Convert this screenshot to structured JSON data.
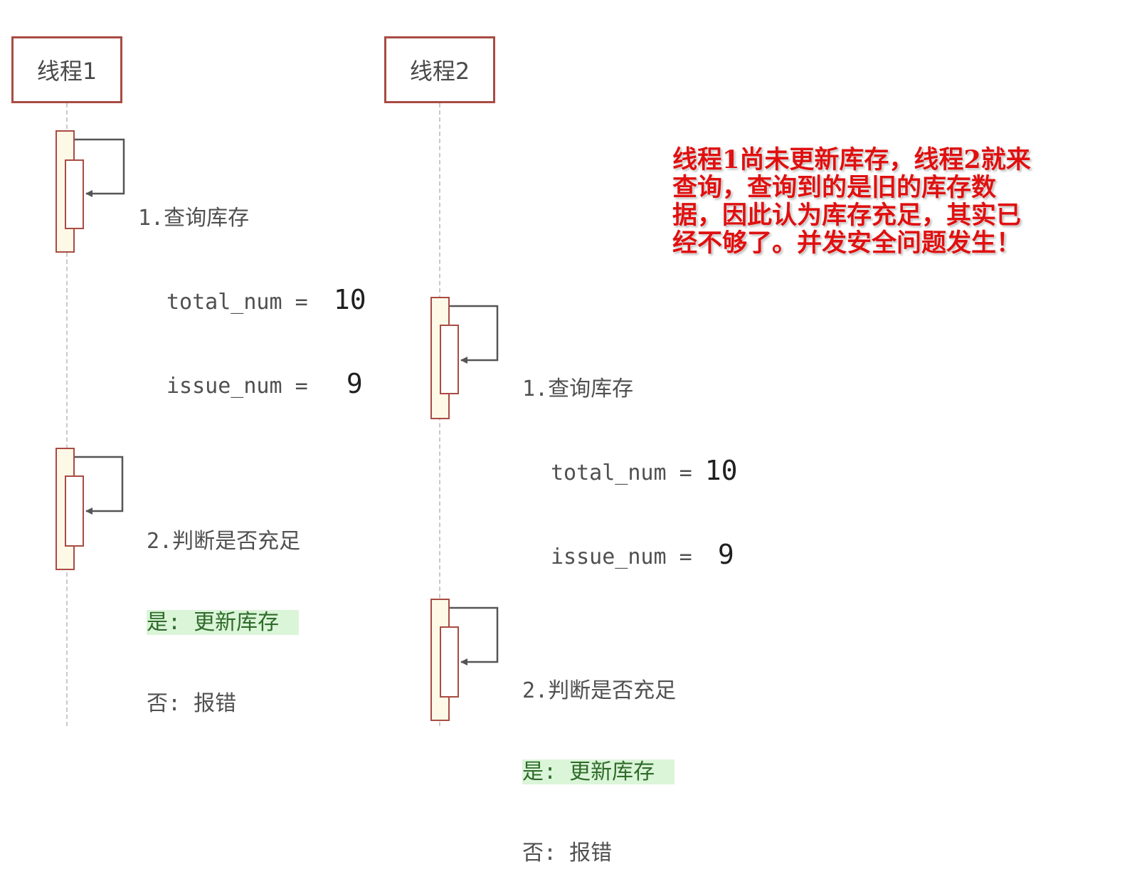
{
  "actors": [
    {
      "label": "线程1"
    },
    {
      "label": "线程2"
    }
  ],
  "thread1": {
    "step1": {
      "title": "1.查询库存",
      "total_label": "total_num =",
      "total_value": "10",
      "issue_label": "issue_num =",
      "issue_value": "9"
    },
    "step2": {
      "title": "2.判断是否充足",
      "yes": "是: 更新库存",
      "no": "否: 报错"
    }
  },
  "thread2": {
    "step1": {
      "title": "1.查询库存",
      "total_label": "total_num =",
      "total_value": "10",
      "issue_label": "issue_num =",
      "issue_value": "9"
    },
    "step2": {
      "title": "2.判断是否充足",
      "yes": "是: 更新库存",
      "no": "否: 报错"
    }
  },
  "warning": "线程1尚未更新库存，线程2就来查询，查询到的是旧的库存数据，因此认为库存充足，其实已经不够了。并发安全问题发生！",
  "colors": {
    "actor_border": "#a94b43",
    "activation_fill": "#fdf9e6",
    "highlight": "#dbf5d9",
    "warning_text": "#e01010"
  }
}
